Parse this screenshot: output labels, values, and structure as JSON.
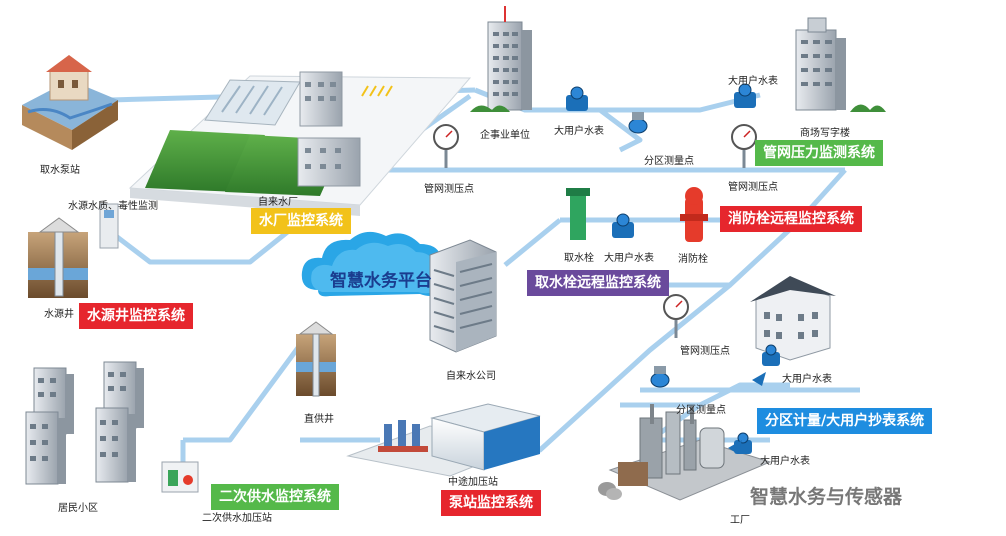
{
  "colors": {
    "pipe": "#a9d0ee",
    "pipe_edge": "#7fb4dc",
    "green": "#55b94a",
    "yellow": "#f2c21a",
    "red": "#e6262d",
    "purple": "#6a4a9c",
    "blue": "#1e8de0"
  },
  "platform": {
    "label": "智慧水务平台"
  },
  "systems": {
    "pipe_pressure": "管网压力监测系统",
    "water_plant": "水厂监控系统",
    "fire_hydrant": "消防栓远程监控系统",
    "intake_hydrant": "取水栓远程监控系统",
    "source_well": "水源井监控系统",
    "zone_metering": "分区计量/大用户抄表系统",
    "secondary_supply": "二次供水监控系统",
    "pump_station": "泵站监控系统"
  },
  "labels": {
    "intake_station": "取水泵站",
    "water_quality": "水源水质、毒性监测",
    "plant": "自来水厂",
    "source_well": "水源井",
    "enterprise": "企事业单位",
    "big_meter_1": "大用户水表",
    "zone_point_1": "分区测量点",
    "big_meter_2": "大用户水表",
    "mall": "商场写字楼",
    "pressure_point_1": "管网测压点",
    "pressure_point_2": "管网测压点",
    "intake_hydrant": "取水栓",
    "big_meter_3": "大用户水表",
    "fire_hydrant": "消防栓",
    "water_company": "自来水公司",
    "pressure_point_3": "管网测压点",
    "big_meter_4": "大用户水表",
    "zone_point_2": "分区测量点",
    "direct_well": "直供井",
    "residential": "居民小区",
    "secondary_station": "二次供水加压站",
    "booster_station": "中途加压站",
    "big_meter_5": "大用户水表",
    "factory": "工厂"
  },
  "watermark": "智慧水务与传感器",
  "icons": [
    "water-tower-icon",
    "building-icon",
    "water-meter-icon",
    "flow-meter-icon",
    "pressure-gauge-icon",
    "hydrant-icon",
    "cloud-icon",
    "well-icon",
    "pump-icon",
    "factory-icon",
    "wechat-icon"
  ]
}
